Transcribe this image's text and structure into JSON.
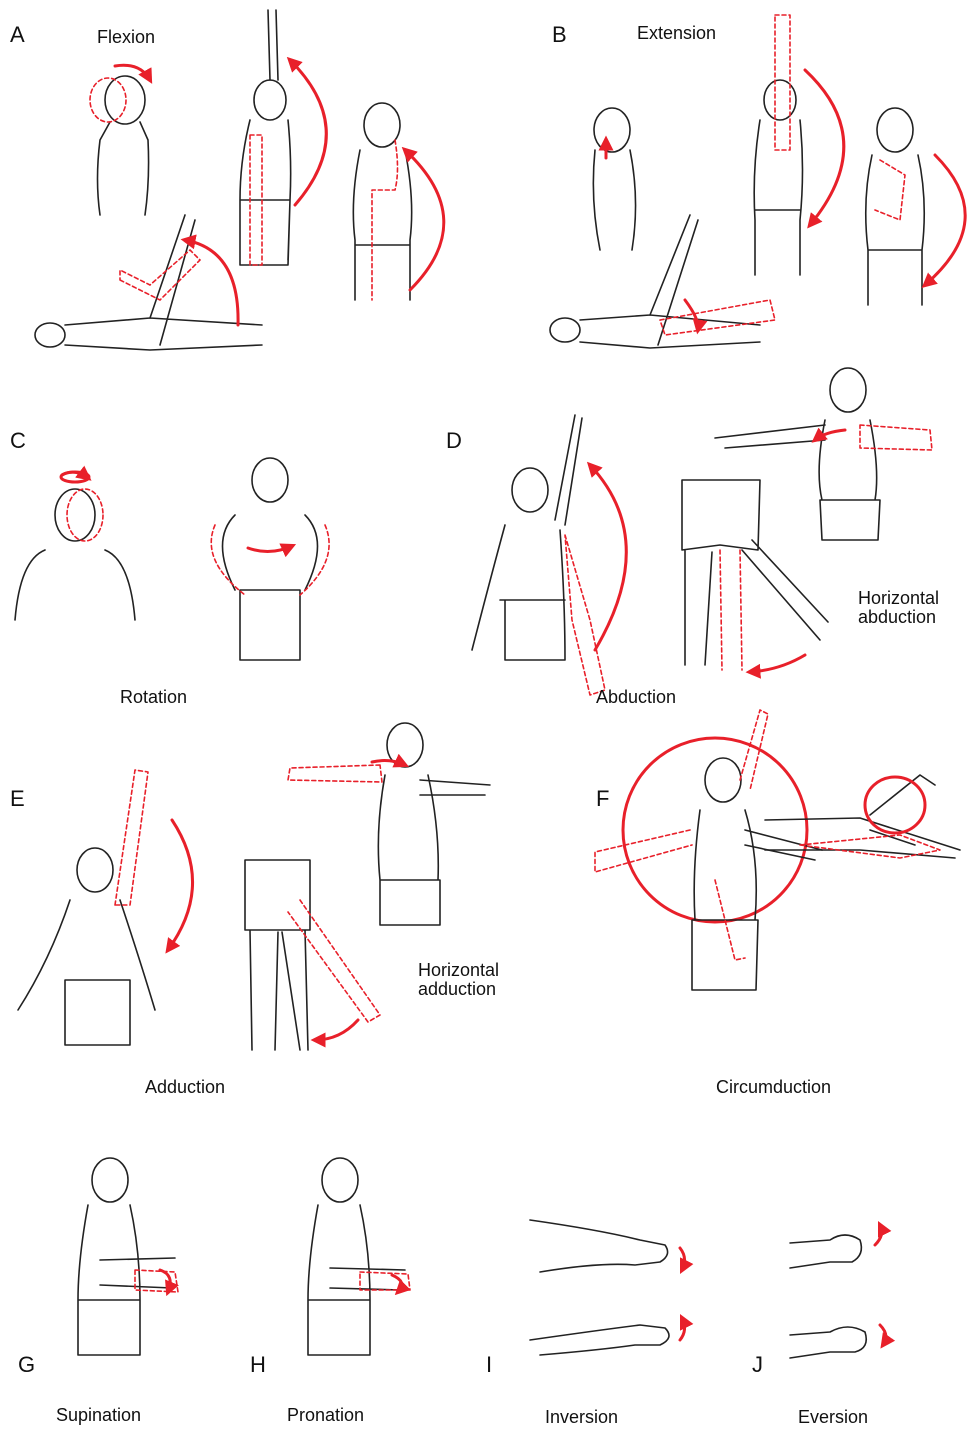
{
  "colors": {
    "figure_line": "#222222",
    "motion_red": "#e8202a",
    "background": "#ffffff"
  },
  "panels": {
    "A": {
      "letter": "A",
      "caption": "Flexion"
    },
    "B": {
      "letter": "B",
      "caption": "Extension"
    },
    "C": {
      "letter": "C",
      "caption": "Rotation"
    },
    "D": {
      "letter": "D",
      "caption": "Abduction",
      "sub_caption": "Horizontal abduction"
    },
    "E": {
      "letter": "E",
      "caption": "Adduction",
      "sub_caption": "Horizontal adduction"
    },
    "F": {
      "letter": "F",
      "caption": "Circumduction"
    },
    "G": {
      "letter": "G",
      "caption": "Supination"
    },
    "H": {
      "letter": "H",
      "caption": "Pronation"
    },
    "I": {
      "letter": "I",
      "caption": "Inversion"
    },
    "J": {
      "letter": "J",
      "caption": "Eversion"
    }
  }
}
